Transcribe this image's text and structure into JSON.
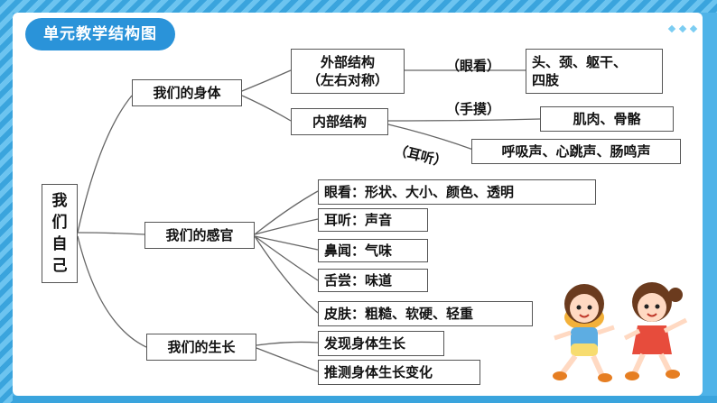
{
  "title": "单元教学结构图",
  "root": {
    "chars": [
      "我",
      "们",
      "自",
      "己"
    ]
  },
  "branches": {
    "body": "我们的身体",
    "senses": "我们的感官",
    "growth": "我们的生长"
  },
  "body_nodes": {
    "external": {
      "line1": "外部结构",
      "line2": "（左右对称）"
    },
    "external_tag": "（眼看）",
    "external_result": {
      "line1": "头、颈、躯干、",
      "line2": "四肢"
    },
    "internal": "内部结构",
    "touch_tag": "（手摸）",
    "touch_result": "肌肉、骨骼",
    "hear_tag": "（耳听）",
    "hear_result": "呼吸声、心跳声、肠鸣声"
  },
  "sense_nodes": [
    "眼看：形状、大小、颜色、透明",
    "耳听：声音",
    "鼻闻：气味",
    "舌尝：味道",
    "皮肤：粗糙、软硬、轻重"
  ],
  "growth_nodes": [
    "发现身体生长",
    "推测身体生长变化"
  ]
}
